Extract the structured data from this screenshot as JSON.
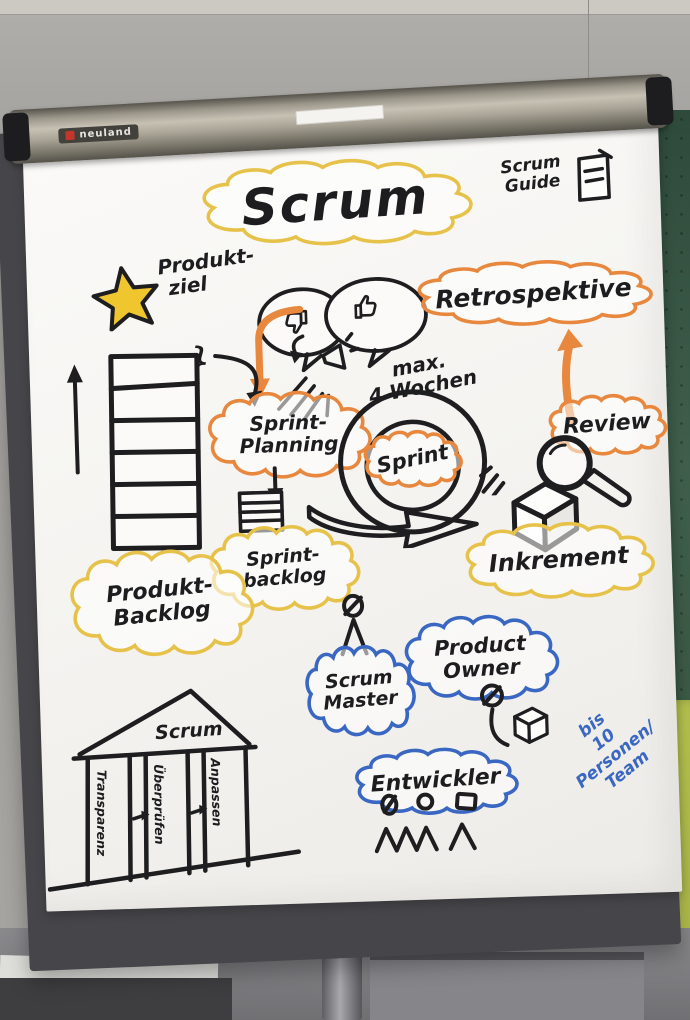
{
  "environment": {
    "brand_label": "neuland"
  },
  "diagram": {
    "title": "Scrum",
    "scrum_guide": [
      "Scrum",
      "Guide"
    ],
    "produkt_ziel": [
      "Produkt-",
      "ziel"
    ],
    "retrospektive": "Retrospektive",
    "max_dauer": [
      "max.",
      "4 Wochen"
    ],
    "sprint_planning": [
      "Sprint-",
      "Planning"
    ],
    "sprint": "Sprint",
    "review": "Review",
    "sprint_backlog": [
      "Sprint-",
      "backlog"
    ],
    "produkt_backlog": [
      "Produkt-",
      "Backlog"
    ],
    "inkrement": "Inkrement",
    "scrum_master": [
      "Scrum",
      "Master"
    ],
    "product_owner": [
      "Product",
      "Owner"
    ],
    "entwickler": "Entwickler",
    "team_size": [
      "bis",
      "10 Personen/",
      "Team"
    ],
    "temple": {
      "roof": "Scrum",
      "pillars": [
        "Transparenz",
        "Überprüfen",
        "Anpassen"
      ]
    },
    "brace": "}"
  },
  "colors": {
    "marker_yellow": "#e7c24a",
    "marker_orange": "#e8883f",
    "marker_blue": "#3a67c2",
    "marker_black": "#1e1e20",
    "paper": "#f5f4f1",
    "easel_board": "#46464a",
    "rail_metal": "#a9a496",
    "partition_green": "#3a5846",
    "chair_green": "#b5c24e",
    "brand_red": "#c4352a"
  }
}
